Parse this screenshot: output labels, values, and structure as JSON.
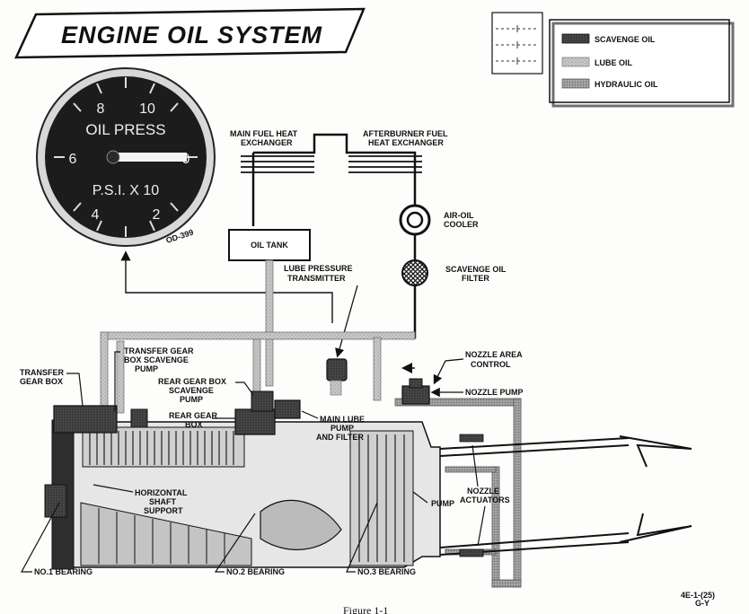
{
  "title": "ENGINE OIL SYSTEM",
  "legend": {
    "items": [
      {
        "label": "SCAVENGE OIL",
        "color": "#3a3a3a"
      },
      {
        "label": "LUBE OIL",
        "color": "#bdbdbd"
      },
      {
        "label": "HYDRAULIC OIL",
        "color": "#8a8a8a"
      }
    ]
  },
  "gauge": {
    "label": "OIL PRESS",
    "units": "P.S.I. X 10",
    "ticks": [
      "8",
      "10",
      "6",
      "0",
      "4",
      "2"
    ],
    "code": "OD-399"
  },
  "labels": {
    "main_fuel_hx": [
      "MAIN FUEL HEAT",
      "EXCHANGER"
    ],
    "ab_fuel_hx": [
      "AFTERBURNER FUEL",
      "HEAT EXCHANGER"
    ],
    "oil_tank": "OIL TANK",
    "air_oil_cooler": [
      "AIR-OIL",
      "COOLER"
    ],
    "scavenge_filter": [
      "SCAVENGE OIL",
      "FILTER"
    ],
    "lube_transmitter": [
      "LUBE PRESSURE",
      "TRANSMITTER"
    ],
    "transfer_gear_box": [
      "TRANSFER",
      "GEAR BOX"
    ],
    "tgb_scavenge_pump": [
      "TRANSFER GEAR",
      "BOX SCAVENGE",
      "PUMP"
    ],
    "rgb_scavenge_pump": [
      "REAR GEAR BOX",
      "SCAVENGE",
      "PUMP"
    ],
    "rear_gear_box": [
      "REAR GEAR",
      "BOX"
    ],
    "main_lube_pump": [
      "MAIN LUBE",
      "PUMP",
      "AND FILTER"
    ],
    "nozzle_area_control": [
      "NOZZLE AREA",
      "CONTROL"
    ],
    "nozzle_pump": "NOZZLE PUMP",
    "horizontal_shaft": [
      "HORIZONTAL",
      "SHAFT",
      "SUPPORT"
    ],
    "pump": "PUMP",
    "nozzle_actuators": [
      "NOZZLE",
      "ACTUATORS"
    ],
    "no1_bearing": "NO.1 BEARING",
    "no2_bearing": "NO.2 BEARING",
    "no3_bearing": "NO.3 BEARING"
  },
  "caption": "Figure 1-1",
  "figure_code": [
    "4E-1-(25)",
    "G-Y"
  ]
}
